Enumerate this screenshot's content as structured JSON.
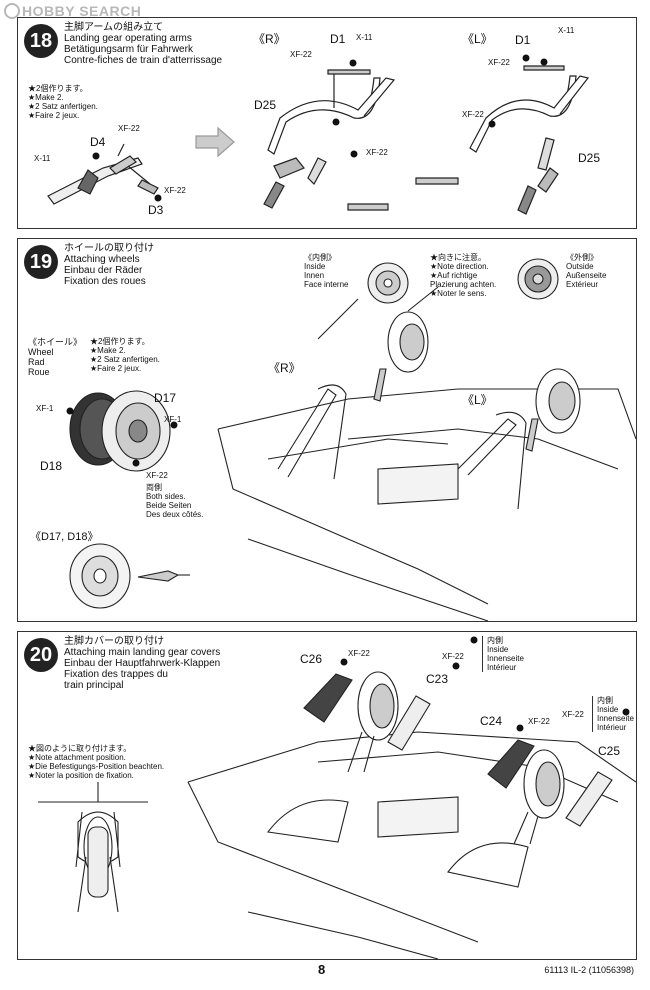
{
  "watermark": "HOBBY SEARCH",
  "step18": {
    "number": "18",
    "title_jp": "主脚アームの組み立て",
    "title_en": "Landing gear operating arms",
    "title_de": "Betätigungsarm für Fahrwerk",
    "title_fr": "Contre-fiches de train d'atterrissage",
    "note_jp": "★2個作ります。",
    "note_en": "★Make 2.",
    "note_de": "★2 Satz anfertigen.",
    "note_fr": "★Faire 2 jeux.",
    "side_r": "《R》",
    "side_l": "《L》",
    "parts": {
      "d1": "D1",
      "d25": "D25",
      "d4": "D4",
      "d3": "D3"
    },
    "paints": {
      "xf22": "XF-22",
      "x11": "X-11"
    }
  },
  "step19": {
    "number": "19",
    "title_jp": "ホイールの取り付け",
    "title_en": "Attaching wheels",
    "title_de": "Einbau der Räder",
    "title_fr": "Fixation des roues",
    "inner_jp": "《内側》",
    "inner_en": "Inside",
    "inner_de": "Innen",
    "inner_fr": "Face interne",
    "dir_jp": "★向きに注意。",
    "dir_en": "★Note direction.",
    "dir_de": "★Auf richtige",
    "dir_de2": "Plazierung achten.",
    "dir_fr": "★Noter le sens.",
    "outer_jp": "《外側》",
    "outer_en": "Outside",
    "outer_de": "Außenseite",
    "outer_fr": "Extérieur",
    "wheel_jp": "《ホイール》",
    "wheel_en": "Wheel",
    "wheel_de": "Rad",
    "wheel_fr": "Roue",
    "make_jp": "★2個作ります。",
    "make_en": "★Make 2.",
    "make_de": "★2 Satz anfertigen.",
    "make_fr": "★Faire 2 jeux.",
    "both_jp": "両側",
    "both_en": "Both sides.",
    "both_de": "Beide Seiten",
    "both_fr": "Des deux côtés.",
    "d1718": "《D17, D18》",
    "side_r": "《R》",
    "side_l": "《L》",
    "parts": {
      "d17": "D17",
      "d18": "D18"
    },
    "paints": {
      "xf1": "XF-1",
      "xf22": "XF-22"
    }
  },
  "step20": {
    "number": "20",
    "title_jp": "主脚カバーの取り付け",
    "title_en": "Attaching main landing gear covers",
    "title_de": "Einbau der Hauptfahrwerk-Klappen",
    "title_fr": "Fixation des trappes du",
    "title_fr2": "train principal",
    "note_jp": "★図のように取り付けます。",
    "note_en": "★Note attachment position.",
    "note_de": "★Die Befestigungs-Position beachten.",
    "note_fr": "★Noter la position de fixation.",
    "inside_jp": "内側",
    "inside_en": "Inside",
    "inside_de": "Innenseite",
    "inside_fr": "Intérieur",
    "parts": {
      "c26": "C26",
      "c23": "C23",
      "c24": "C24",
      "c25": "C25"
    },
    "paints": {
      "xf22": "XF-22"
    }
  },
  "footer": {
    "page": "8",
    "code": "61113  IL-2 (11056398)"
  }
}
